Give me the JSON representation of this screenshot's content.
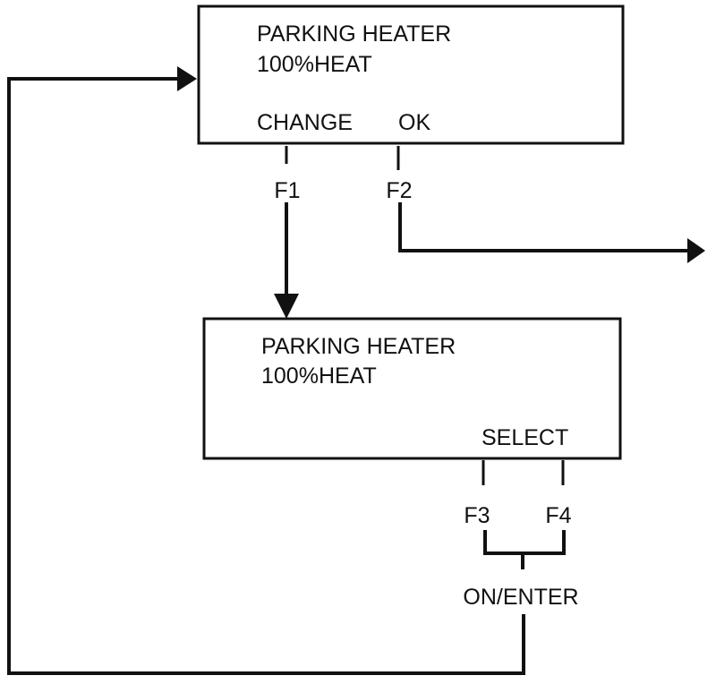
{
  "display_1": {
    "line1": "PARKING HEATER",
    "line2": "100%HEAT",
    "soft_key_left": "CHANGE",
    "soft_key_right": "OK"
  },
  "display_2": {
    "line1": "PARKING HEATER",
    "line2": "100%HEAT",
    "soft_key": "SELECT"
  },
  "keys": {
    "f1": "F1",
    "f2": "F2",
    "f3": "F3",
    "f4": "F4",
    "on_enter": "ON/ENTER"
  }
}
